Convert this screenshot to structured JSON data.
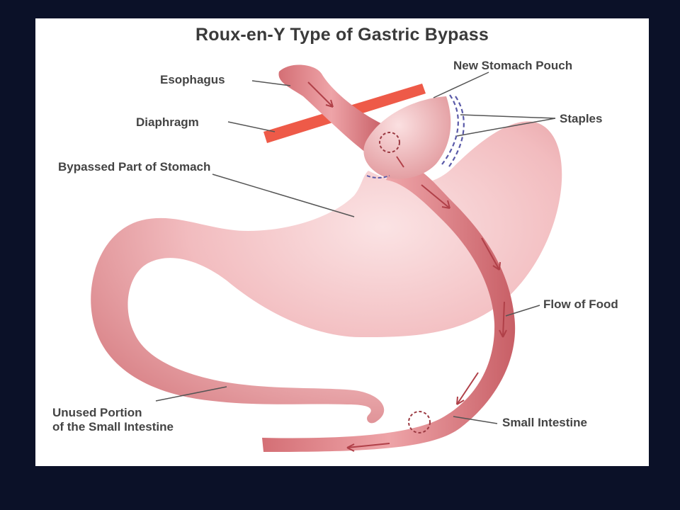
{
  "title": "Roux-en-Y Type of Gastric Bypass",
  "labels": {
    "esophagus": "Esophagus",
    "diaphragm": "Diaphragm",
    "bypassed": "Bypassed Part of Stomach",
    "new_pouch": "New Stomach Pouch",
    "staples": "Staples",
    "flow": "Flow of Food",
    "unused_line1": "Unused Portion",
    "unused_line2": "of the Small Intestine",
    "small_intestine": "Small Intestine"
  },
  "colors": {
    "frame": "#0b1128",
    "tissue": "#e9a4a8",
    "tissue_dark": "#c9686d",
    "diaphragm": "#ee5a48",
    "staples": "#5a5aa8",
    "arrow": "#b04048"
  }
}
